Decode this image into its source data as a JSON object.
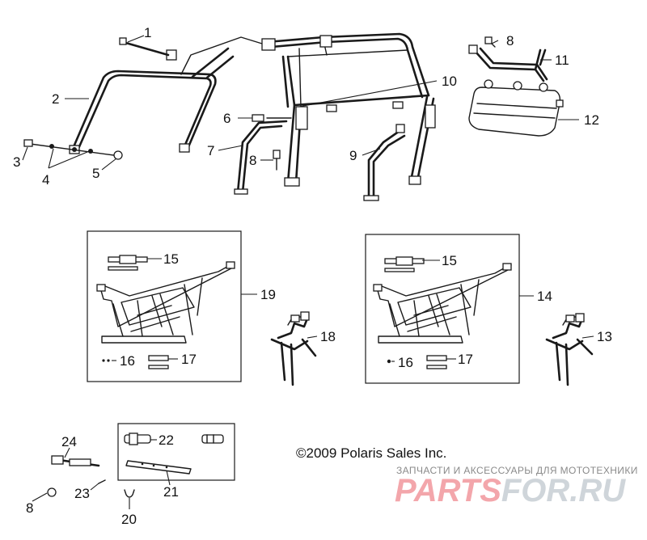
{
  "callouts": {
    "c1": "1",
    "c2": "2",
    "c3": "3",
    "c4": "4",
    "c5": "5",
    "c6": "6",
    "c7": "7",
    "c8a": "8",
    "c8b": "8",
    "c8c": "8",
    "c9": "9",
    "c10": "10",
    "c11": "11",
    "c12": "12",
    "c13": "13",
    "c14": "14",
    "c15a": "15",
    "c15b": "15",
    "c16a": "16",
    "c16b": "16",
    "c17a": "17",
    "c17b": "17",
    "c18": "18",
    "c19": "19",
    "c20": "20",
    "c21": "21",
    "c22": "22",
    "c23": "23",
    "c24": "24"
  },
  "copyright": "©2009 Polaris Sales Inc.",
  "watermark": {
    "tagline": "ЗАПЧАСТИ И АКСЕССУАРЫ ДЛЯ МОТОТЕХНИКИ",
    "brand_part1": "PARTS",
    "brand_part2": "FOR.RU"
  },
  "colors": {
    "line": "#1a1a1a",
    "brand_red": "#f3a6ab",
    "brand_grey": "#cfd5da",
    "tagline": "#8a8a8a"
  }
}
